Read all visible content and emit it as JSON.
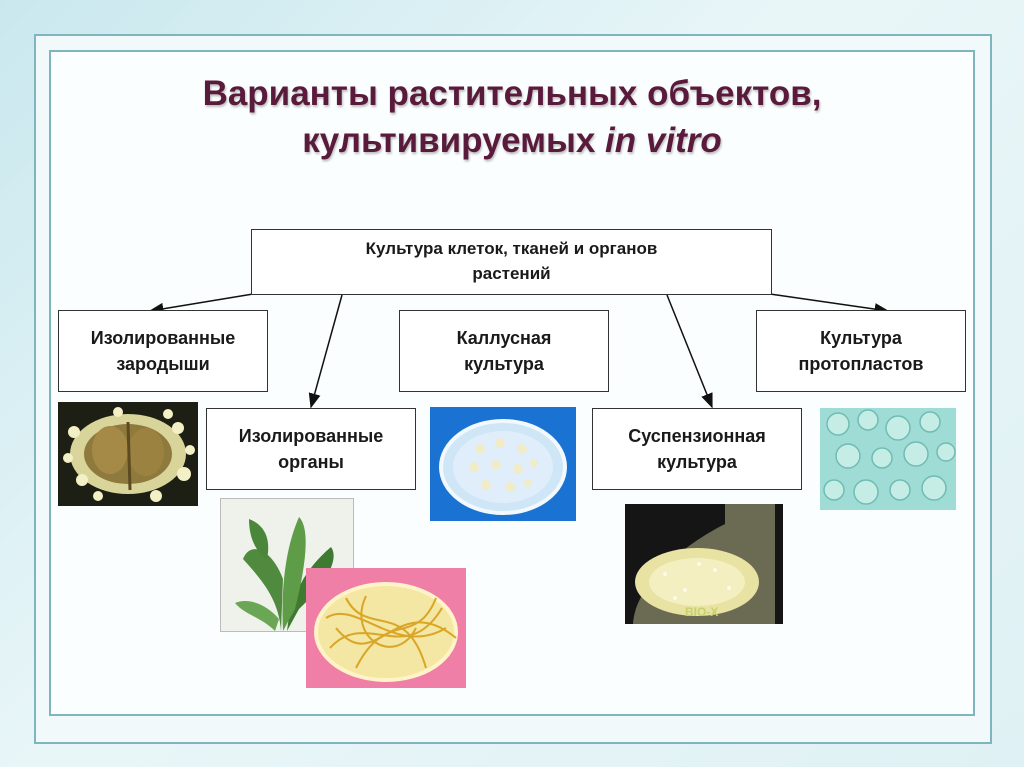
{
  "title": {
    "line1": "Варианты растительных объектов,",
    "line2_prefix": "культивируемых ",
    "line2_italic": "in vitro"
  },
  "root": {
    "line1": "Культура клеток, тканей и органов",
    "line2": "растений"
  },
  "categories": {
    "embryos": {
      "line1": "Изолированные",
      "line2": "зародыши"
    },
    "organs": {
      "line1": "Изолированные",
      "line2": "органы"
    },
    "callus": {
      "line1": "Каллусная",
      "line2": "культура"
    },
    "suspension": {
      "line1": "Суспензионная",
      "line2": "культура"
    },
    "protoplasts": {
      "line1": "Культура",
      "line2": "протопластов"
    }
  },
  "photos": {
    "flask_caption": "BIO-X"
  },
  "colors": {
    "title": "#5a1a3c",
    "frame": "#7fb5bd",
    "box_border": "#333333"
  }
}
